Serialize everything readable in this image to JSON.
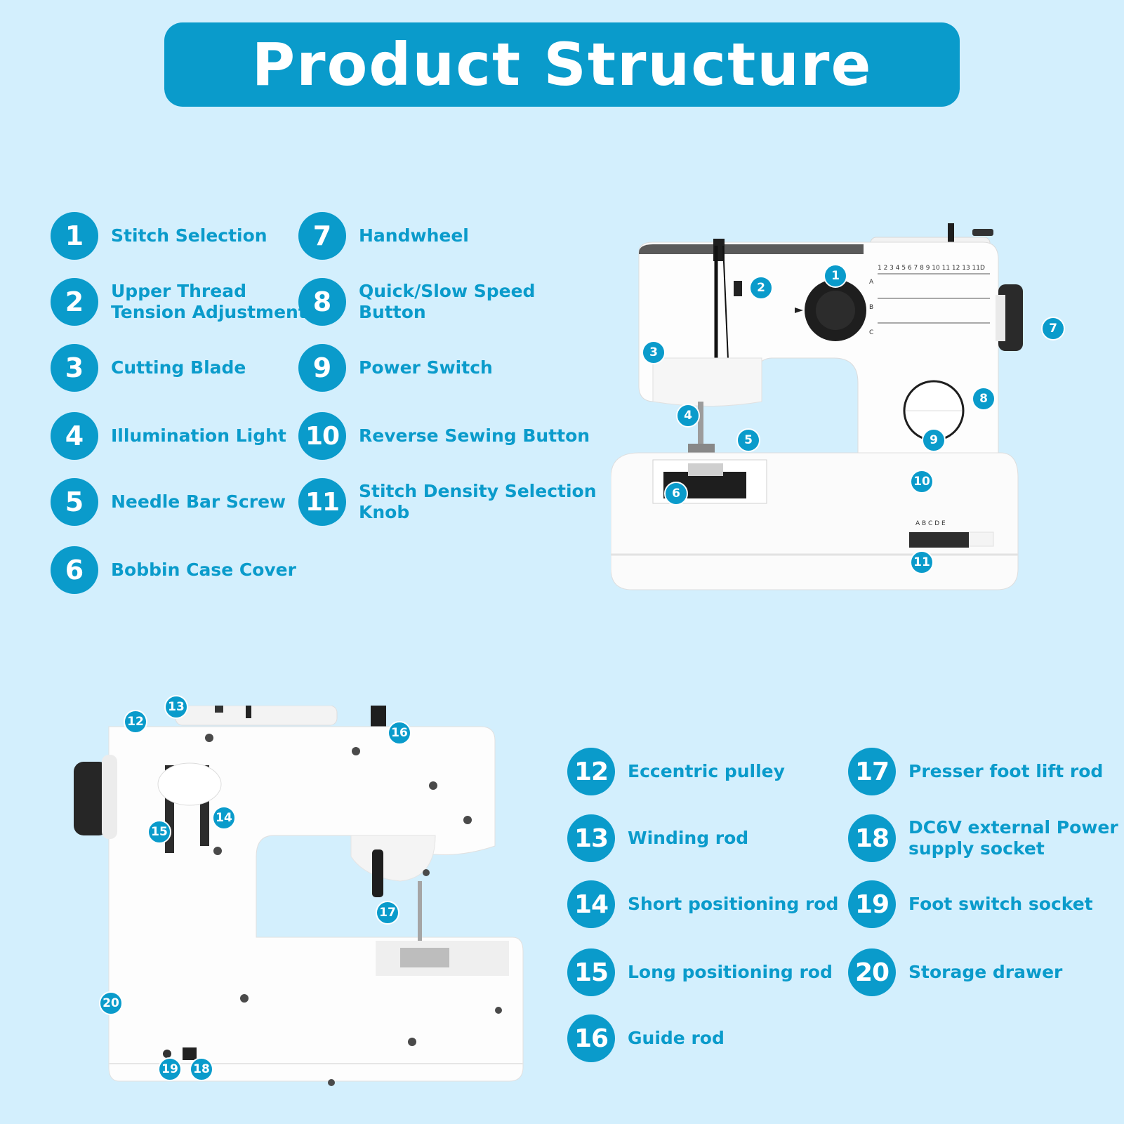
{
  "title": "Product Structure",
  "colors": {
    "accent": "#0a9bcb",
    "background": "#d3effd",
    "machine_body": "#ffffff",
    "dark_parts": "#1e1e1e"
  },
  "legend_top": [
    {
      "num": "1",
      "label": "Stitch Selection"
    },
    {
      "num": "2",
      "label": "Upper Thread\nTension Adjustment"
    },
    {
      "num": "3",
      "label": "Cutting Blade"
    },
    {
      "num": "4",
      "label": "Illumination Light"
    },
    {
      "num": "5",
      "label": "Needle Bar Screw"
    },
    {
      "num": "6",
      "label": "Bobbin Case Cover"
    },
    {
      "num": "7",
      "label": "Handwheel"
    },
    {
      "num": "8",
      "label": "Quick/Slow Speed\nButton"
    },
    {
      "num": "9",
      "label": "Power Switch"
    },
    {
      "num": "10",
      "label": "Reverse Sewing Button"
    },
    {
      "num": "11",
      "label": "Stitch Density Selection\nKnob"
    }
  ],
  "legend_bottom": [
    {
      "num": "12",
      "label": "Eccentric pulley"
    },
    {
      "num": "13",
      "label": "Winding rod"
    },
    {
      "num": "14",
      "label": "Short positioning rod"
    },
    {
      "num": "15",
      "label": "Long positioning rod"
    },
    {
      "num": "16",
      "label": "Guide rod"
    },
    {
      "num": "17",
      "label": "Presser foot lift rod"
    },
    {
      "num": "18",
      "label": "DC6V external Power\nsupply socket"
    },
    {
      "num": "19",
      "label": "Foot switch socket"
    },
    {
      "num": "20",
      "label": "Storage drawer"
    }
  ],
  "front_panel": {
    "stitch_numbers": [
      "1",
      "2",
      "3",
      "4",
      "5",
      "6",
      "7",
      "8",
      "9",
      "10",
      "11",
      "12",
      "13",
      "11D"
    ],
    "row_letters": [
      "A",
      "B",
      "C"
    ],
    "density_letters": "ABCDE"
  }
}
